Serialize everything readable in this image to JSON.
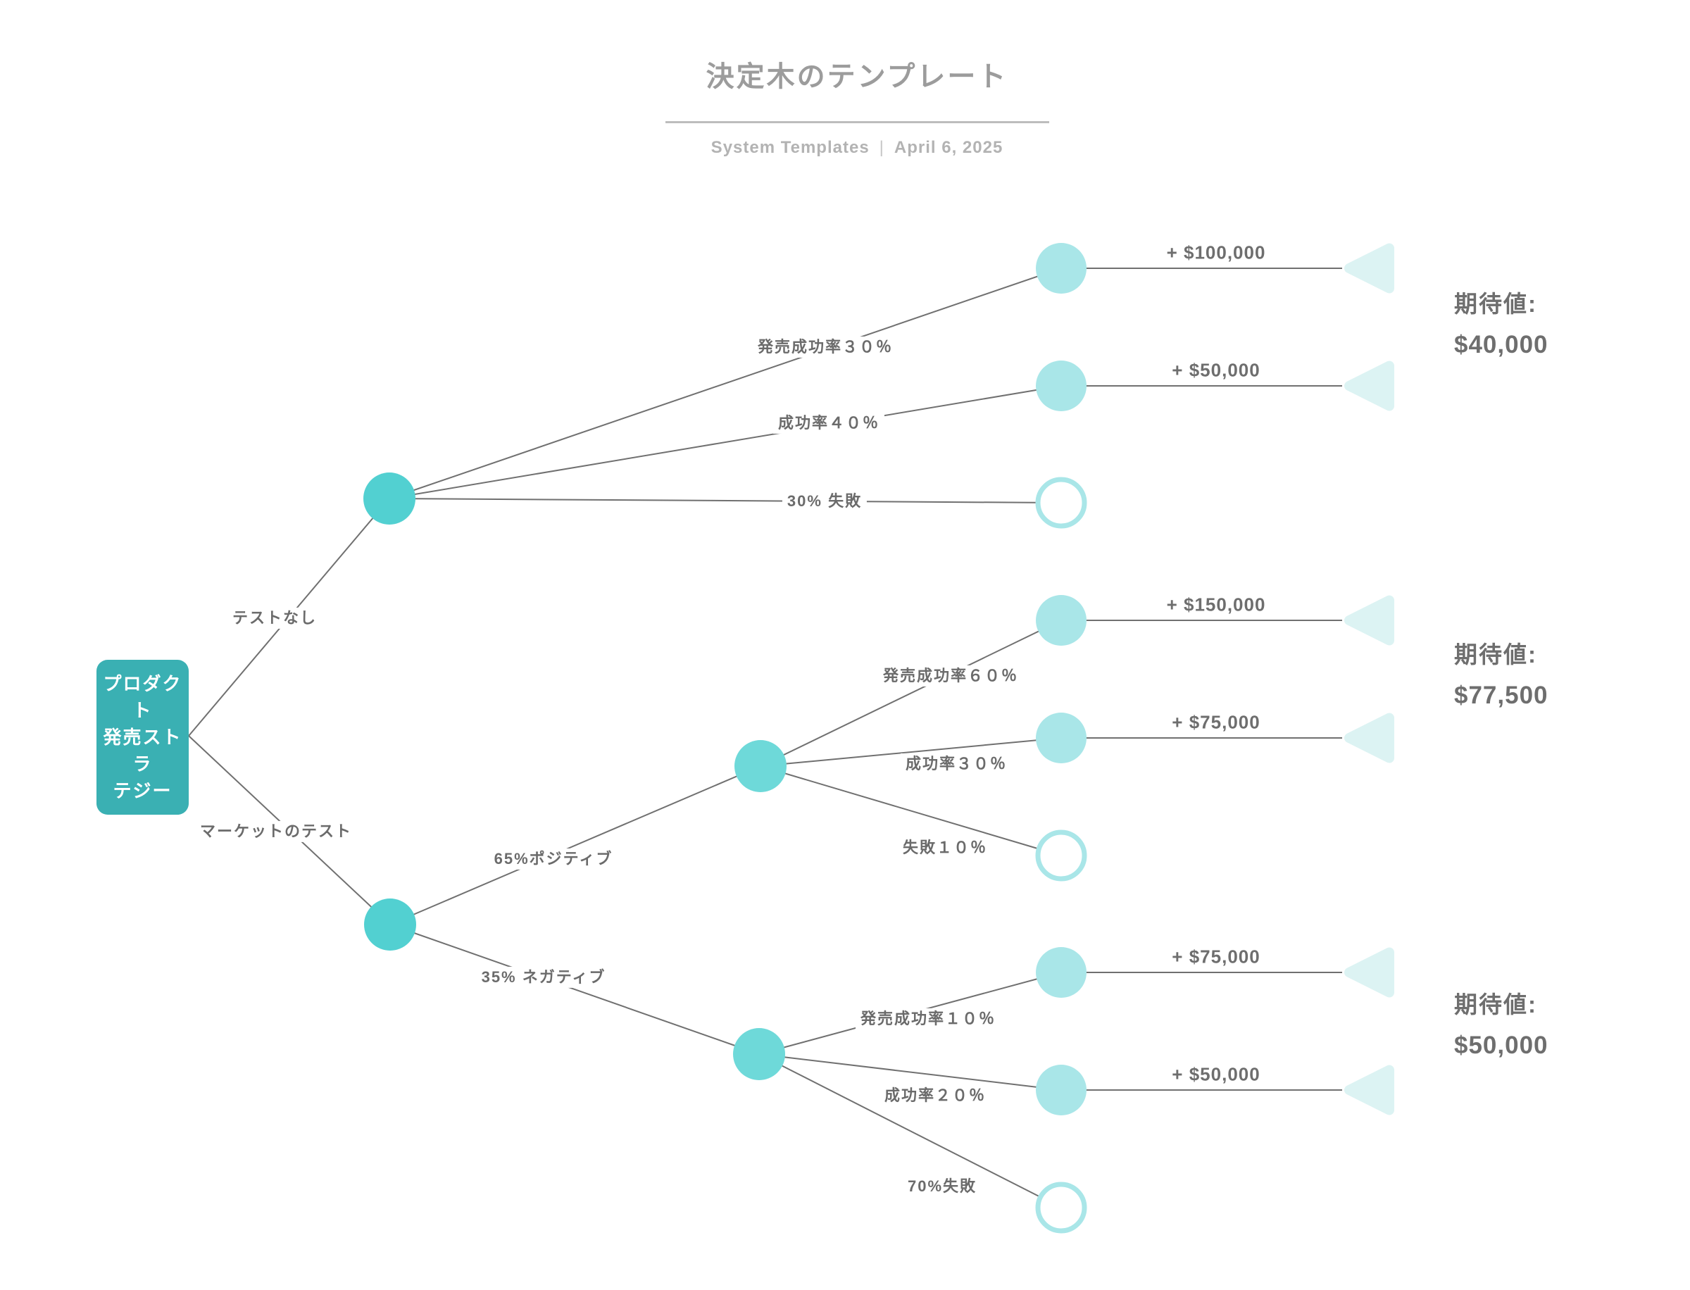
{
  "header": {
    "title": "決定木のテンプレート",
    "brand": "System Templates",
    "divider": "|",
    "date": "April 6, 2025"
  },
  "ev_label": "期待値:",
  "root_lines": [
    "プロダクト",
    "発売ストラ",
    "テジー"
  ],
  "colors": {
    "root_box": "#3ab0b3",
    "chance_node": "#52d0d1",
    "chance_node_light": "#6ed9d9",
    "outcome_node": "#a9e6e8",
    "failure_node_ring": "#a9e6e8",
    "terminal_triangle": "#dcf3f3",
    "connector_line": "#707070",
    "label_text": "#6b6b6b",
    "title_text": "#9c9c9c"
  },
  "chart_data": {
    "type": "decision_tree",
    "title": "決定木のテンプレート",
    "root": "プロダクト発売ストラテジー",
    "decision_branches": [
      {
        "label": "テストなし",
        "node_type": "chance",
        "expected_value": "$40,000",
        "chance_outcomes": [
          {
            "label": "発売成功率３０％",
            "payoff": "+ $100,000",
            "terminal": true
          },
          {
            "label": "成功率４０％",
            "payoff": "+ $50,000",
            "terminal": true
          },
          {
            "label": "30% 失敗",
            "payoff": "",
            "terminal": false
          }
        ]
      },
      {
        "label": "マーケットのテスト",
        "node_type": "chance",
        "chance_outcomes": [
          {
            "label": "65%ポジティブ",
            "node_type": "chance",
            "expected_value": "$77,500",
            "chance_outcomes": [
              {
                "label": "発売成功率６０％",
                "payoff": "+ $150,000",
                "terminal": true
              },
              {
                "label": "成功率３０％",
                "payoff": "+ $75,000",
                "terminal": true
              },
              {
                "label": "失敗１０％",
                "payoff": "",
                "terminal": false
              }
            ]
          },
          {
            "label": "35% ネガティブ",
            "node_type": "chance",
            "expected_value": "$50,000",
            "chance_outcomes": [
              {
                "label": "発売成功率１０％",
                "payoff": "+ $75,000",
                "terminal": true
              },
              {
                "label": "成功率２０％",
                "payoff": "+ $50,000",
                "terminal": true
              },
              {
                "label": "70%失敗",
                "payoff": "",
                "terminal": false
              }
            ]
          }
        ]
      }
    ]
  }
}
